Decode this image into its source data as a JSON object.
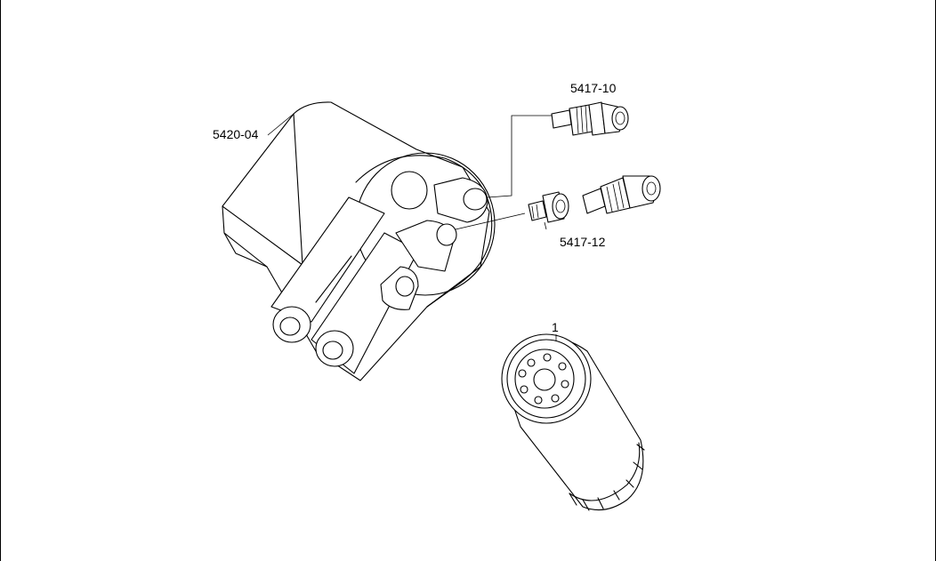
{
  "labels": {
    "oil_filter_head": "5420-04",
    "sender_upper": "5417-10",
    "sender_lower": "5417-12",
    "oil_filter": "1"
  },
  "colors": {
    "line": "#000000",
    "background": "#ffffff"
  }
}
